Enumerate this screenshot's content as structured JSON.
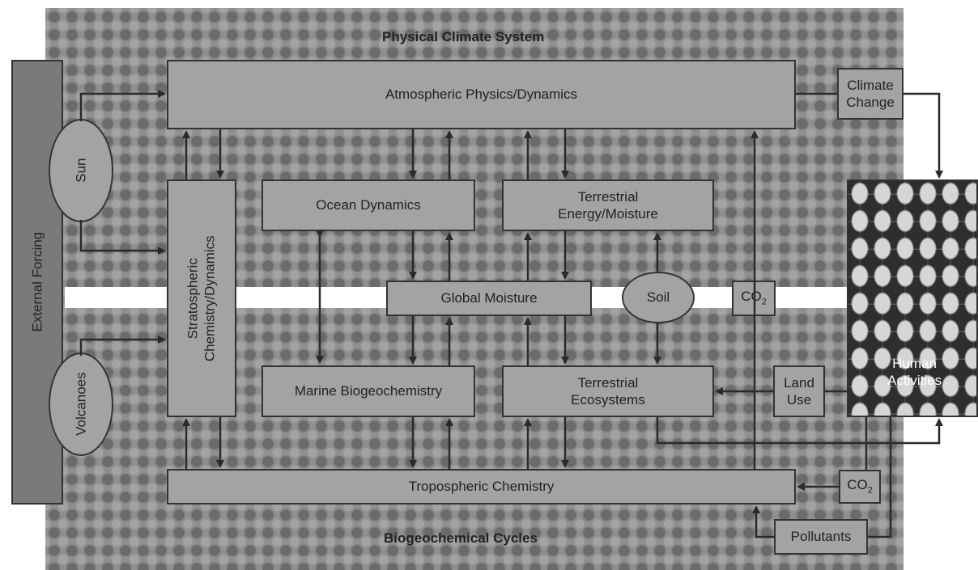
{
  "headings": {
    "physical": "Physical Climate System",
    "biogeochemical": "Biogeochemical Cycles"
  },
  "forcing": {
    "external": "External Forcing",
    "sun": "Sun",
    "volcanoes": "Volcanoes"
  },
  "boxes": {
    "atmospheric": "Atmospheric Physics/Dynamics",
    "stratospheric_line1": "Stratospheric",
    "stratospheric_line2": "Chemistry/Dynamics",
    "ocean": "Ocean Dynamics",
    "terrestrial_energy_line1": "Terrestrial",
    "terrestrial_energy_line2": "Energy/Moisture",
    "global_moisture": "Global Moisture",
    "soil": "Soil",
    "marine": "Marine Biogeochemistry",
    "terrestrial_eco_line1": "Terrestrial",
    "terrestrial_eco_line2": "Ecosystems",
    "tropospheric": "Tropospheric Chemistry",
    "climate_change_line1": "Climate",
    "climate_change_line2": "Change",
    "land_use_line1": "Land",
    "land_use_line2": "Use",
    "co2_base": "CO",
    "co2_sub": "2",
    "pollutants": "Pollutants",
    "human_line1": "Human",
    "human_line2": "Activities"
  }
}
